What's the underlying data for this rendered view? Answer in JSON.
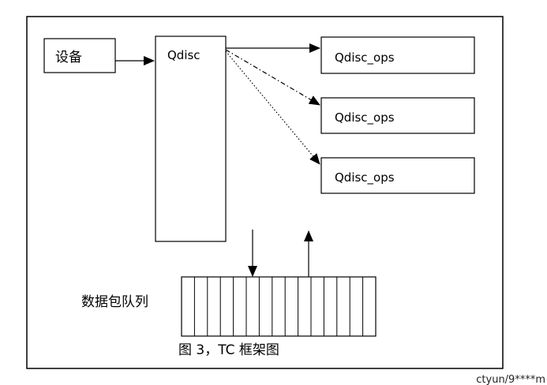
{
  "diagram": {
    "device_label": "设备",
    "qdisc_label": "Qdisc",
    "ops_labels": [
      "Qdisc_ops",
      "Qdisc_ops",
      "Qdisc_ops"
    ],
    "queue_label": "数据包队列",
    "caption": "图 3，TC 框架图"
  },
  "watermark": "ctyun/9****m"
}
